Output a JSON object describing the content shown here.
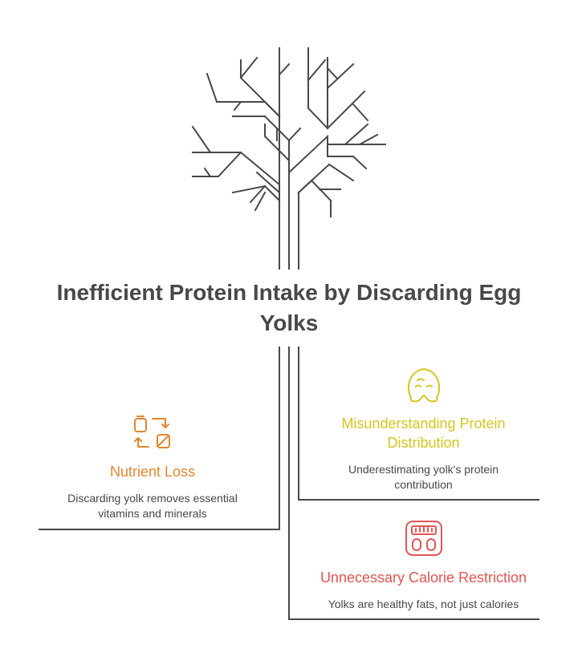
{
  "title": "Inefficient Protein Intake by Discarding Egg Yolks",
  "colors": {
    "lines": "#484848",
    "text": "#484848",
    "nutrient": "#E0862F",
    "protein": "#D4C61E",
    "calorie": "#E15553"
  },
  "branches": [
    {
      "id": "nutrient-loss",
      "heading": "Nutrient Loss",
      "description_line1": "Discarding yolk removes essential",
      "description_line2": "vitamins and minerals",
      "icon": "recycle-transfer-icon",
      "color": "#E0862F"
    },
    {
      "id": "misunderstanding-protein",
      "heading_line1": "Misunderstanding Protein",
      "heading_line2": "Distribution",
      "description_line1": "Underestimating yolk's protein",
      "description_line2": "contribution",
      "icon": "face-icon",
      "color": "#D4C61E"
    },
    {
      "id": "calorie-restriction",
      "heading": "Unnecessary Calorie Restriction",
      "description_line1": "Yolks are healthy fats, not just calories",
      "icon": "scale-icon",
      "color": "#E15553"
    }
  ]
}
